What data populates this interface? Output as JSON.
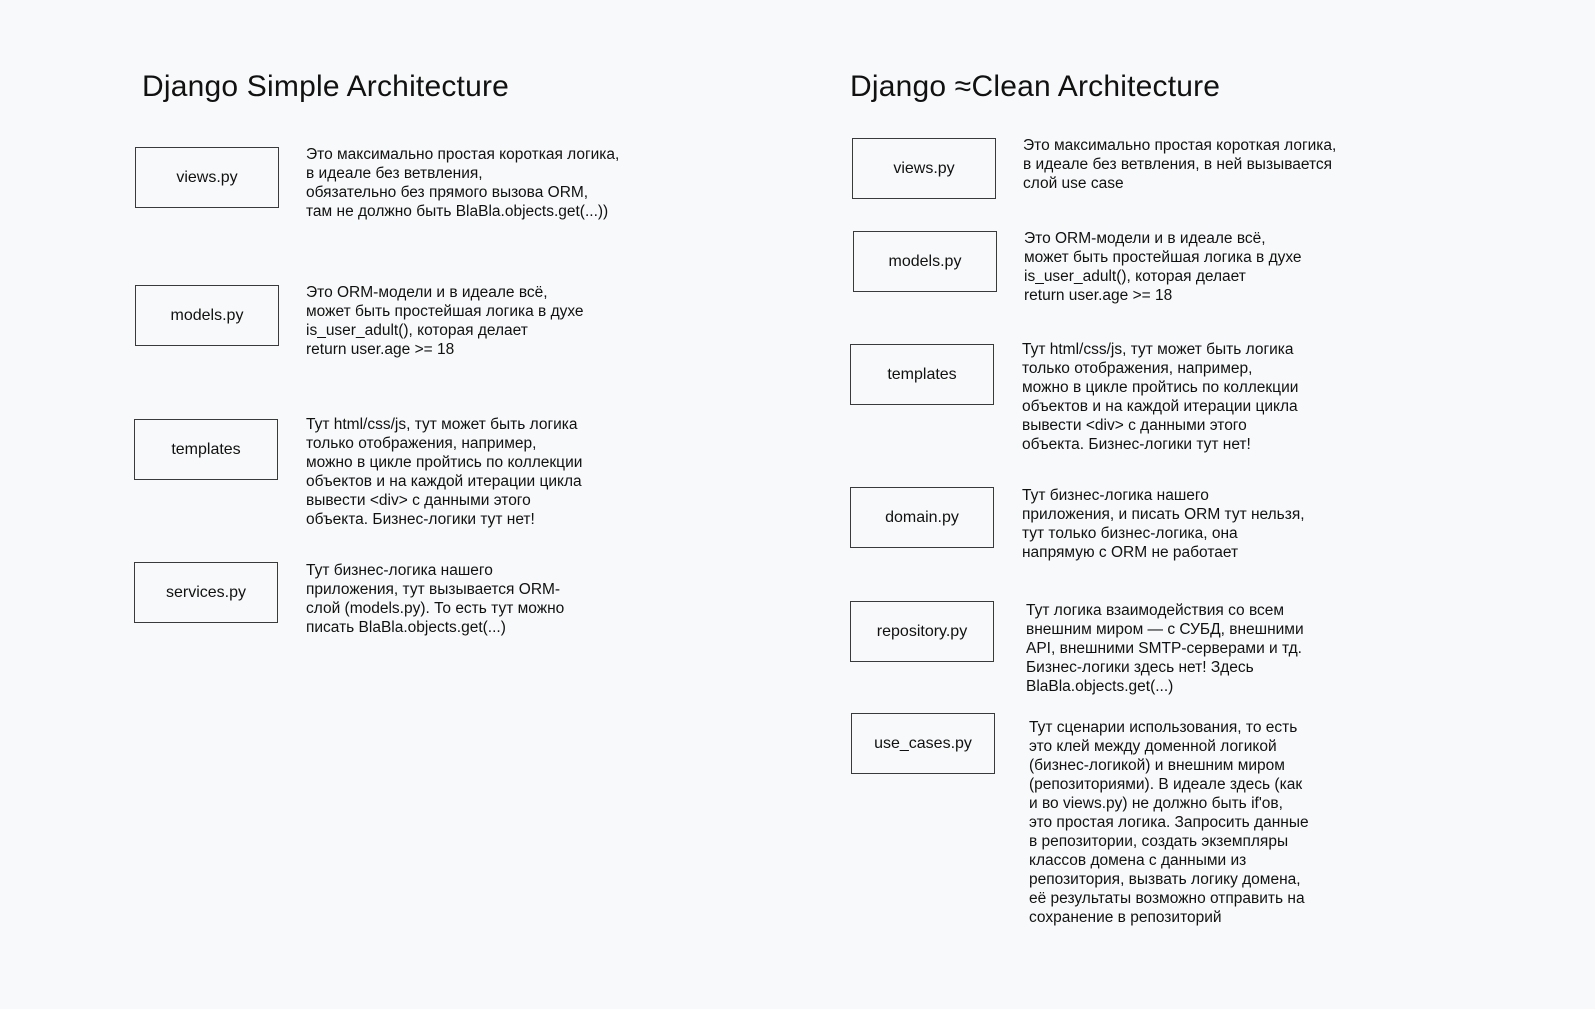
{
  "simple": {
    "title": "Django Simple Architecture",
    "items": [
      {
        "name": "views.py",
        "lines": [
          "Это максимально простая короткая логика,",
          "в идеале без ветвления,",
          "обязательно без прямого вызова ORM,",
          "там не должно быть BlaBla.objects.get(...))"
        ]
      },
      {
        "name": "models.py",
        "lines": [
          "Это ORM-модели и в идеале всё,",
          "может быть простейшая логика в духе",
          "is_user_adult(), которая делает",
          "return user.age >= 18"
        ]
      },
      {
        "name": "templates",
        "lines": [
          "Тут html/css/js, тут может быть логика",
          "только отображения, например,",
          "можно в цикле пройтись по коллекции",
          "объектов и на каждой итерации цикла",
          "вывести <div> с данными этого",
          "объекта. Бизнес-логики тут нет!"
        ]
      },
      {
        "name": "services.py",
        "lines": [
          "Тут бизнес-логика нашего",
          "приложения, тут вызывается ORM-",
          "слой (models.py). То есть тут можно",
          "писать BlaBla.objects.get(...)"
        ]
      }
    ]
  },
  "clean": {
    "title": "Django ≈Clean Architecture",
    "items": [
      {
        "name": "views.py",
        "lines": [
          "Это максимально простая короткая логика,",
          "в идеале без ветвления, в ней вызывается",
          "слой use case"
        ]
      },
      {
        "name": "models.py",
        "lines": [
          "Это ORM-модели и в идеале всё,",
          "может быть простейшая логика в духе",
          "is_user_adult(), которая делает",
          "return user.age >= 18"
        ]
      },
      {
        "name": "templates",
        "lines": [
          "Тут html/css/js, тут может быть логика",
          "только отображения, например,",
          "можно в цикле пройтись по коллекции",
          "объектов и на каждой итерации цикла",
          "вывести <div> с данными этого",
          "объекта. Бизнес-логики тут нет!"
        ]
      },
      {
        "name": "domain.py",
        "lines": [
          "Тут бизнес-логика нашего",
          "приложения, и писать ORM тут нельзя,",
          "тут только бизнес-логика, она",
          "напрямую с ORM не работает"
        ]
      },
      {
        "name": "repository.py",
        "lines": [
          "Тут логика взаимодействия со всем",
          "внешним миром — с СУБД, внешними",
          "API, внешними SMTP-серверами и тд.",
          "Бизнес-логики здесь нет! Здесь",
          "BlaBla.objects.get(...)"
        ]
      },
      {
        "name": "use_cases.py",
        "lines": [
          "Тут сценарии использования, то есть",
          "это клей между доменной логикой",
          "(бизнес-логикой) и внешним миром",
          "(репозиториями). В идеале здесь (как",
          "и во views.py) не должно быть if'ов,",
          "это простая логика. Запросить данные",
          "в репозитории, создать экземпляры",
          "классов домена с данными из",
          "репозитория, вызвать логику домена,",
          "её результаты возможно отправить на",
          "сохранение в репозиторий"
        ]
      }
    ]
  }
}
